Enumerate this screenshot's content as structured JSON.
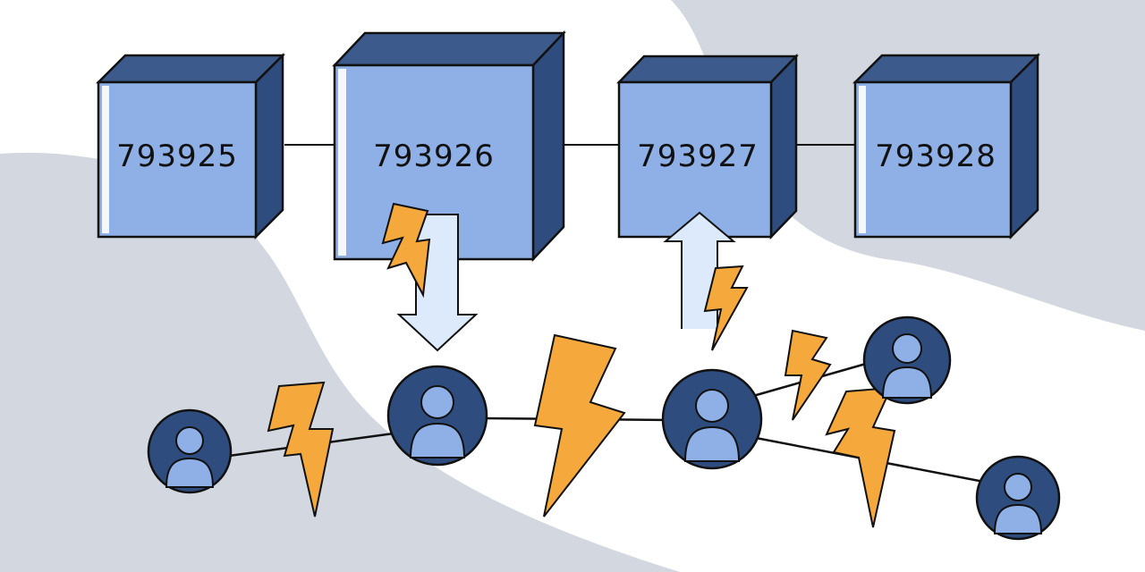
{
  "blocks": [
    {
      "id": "793925"
    },
    {
      "id": "793926"
    },
    {
      "id": "793927"
    },
    {
      "id": "793928"
    }
  ],
  "colors": {
    "background_blob": "#d3d8e0",
    "block_front": "#8fb0e6",
    "block_side": "#2f4c7e",
    "block_top": "#3c5a8c",
    "node_dark": "#2f4c7e",
    "node_light": "#8fb0e6",
    "lightning": "#f5a83c",
    "arrow_fill": "#ddeafc",
    "outline": "#111111"
  },
  "icons": [
    "lightning-icon",
    "user-icon",
    "down-arrow-icon",
    "up-arrow-icon"
  ]
}
